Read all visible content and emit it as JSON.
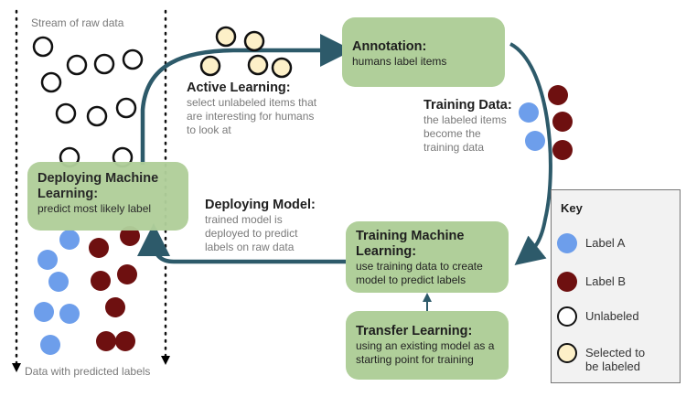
{
  "colors": {
    "box_fill": "#b0cf9a",
    "arrow": "#2d5a6a",
    "label_a": "#6d9eeb",
    "label_b": "#6e1010",
    "unlabeled": "#ffffff",
    "selected": "#fdf0c8"
  },
  "stream": {
    "top_label": "Stream of raw data",
    "bottom_label": "Data with predicted labels"
  },
  "boxes": {
    "deploying_ml": {
      "title": "Deploying Machine Learning:",
      "desc": "predict most likely label"
    },
    "annotation": {
      "title": "Annotation:",
      "desc": "humans label items"
    },
    "training_ml": {
      "title": "Training Machine Learning:",
      "desc": "use training data to create model to predict labels"
    },
    "transfer": {
      "title": "Transfer Learning:",
      "desc": "using an existing model as a starting point for training"
    }
  },
  "labels": {
    "active_learning": {
      "title": "Active Learning:",
      "desc": "select unlabeled items that are interesting for humans to look at"
    },
    "training_data": {
      "title": "Training Data:",
      "desc": "the labeled items become the training data"
    },
    "deploying_model": {
      "title": "Deploying Model:",
      "desc": "trained model is deployed to predict labels on raw data"
    }
  },
  "key": {
    "title": "Key",
    "items": [
      {
        "label": "Label A",
        "type": "label_a"
      },
      {
        "label": "Label B",
        "type": "label_b"
      },
      {
        "label": "Unlabeled",
        "type": "unlabeled"
      },
      {
        "label": "Selected to be labeled",
        "type": "selected"
      }
    ]
  }
}
